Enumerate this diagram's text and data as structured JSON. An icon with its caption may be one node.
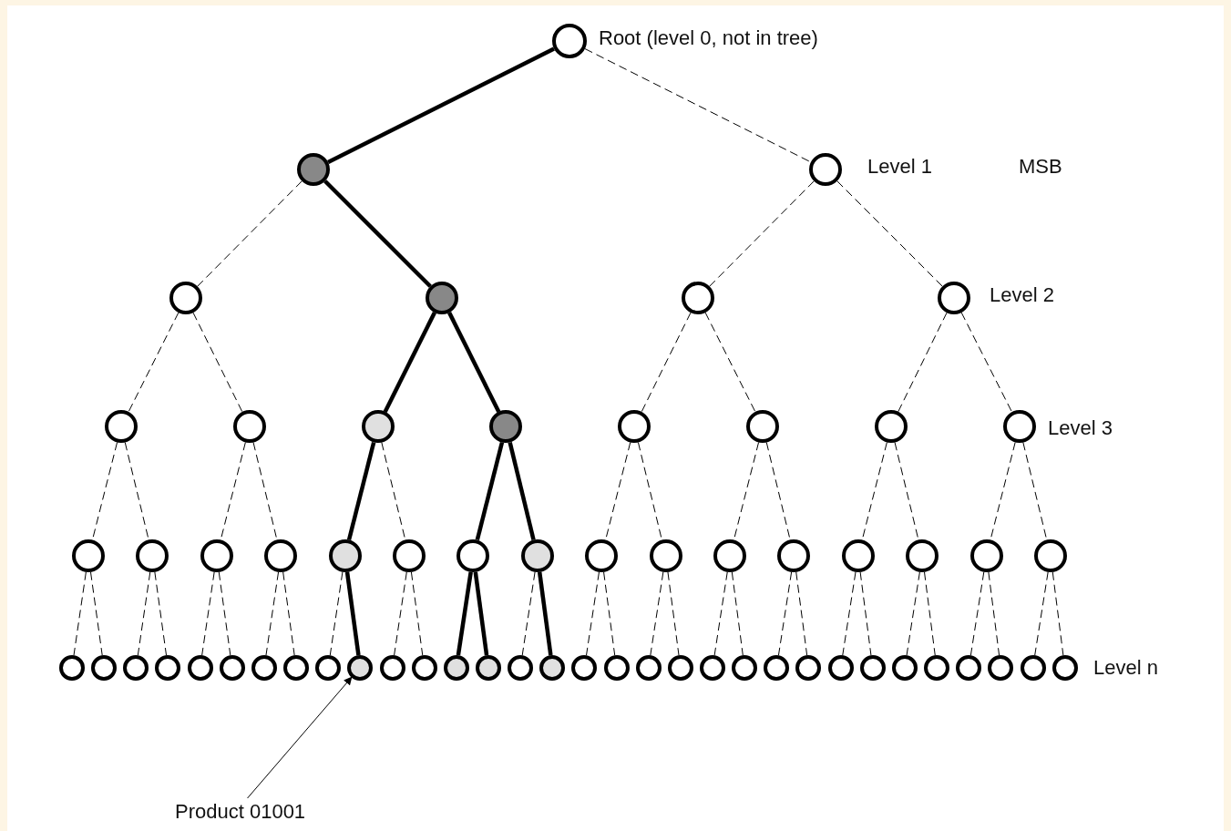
{
  "diagram": {
    "nodes": [
      {
        "text": [],
        "shape": "circle",
        "beside": [
          "Root (level 0, not in tree)"
        ]
      },
      {
        "text": [],
        "shape": "circle"
      },
      {
        "text": [],
        "shape": "circle"
      },
      {
        "text": [],
        "shape": "circle"
      },
      {
        "text": [],
        "shape": "circle"
      },
      {
        "text": [],
        "shape": "circle"
      },
      {
        "text": [],
        "shape": "circle"
      },
      {
        "text": [],
        "shape": "circle"
      },
      {
        "text": [],
        "shape": "circle"
      },
      {
        "text": [],
        "shape": "circle"
      },
      {
        "text": [],
        "shape": "circle"
      },
      {
        "text": [],
        "shape": "circle"
      },
      {
        "text": [],
        "shape": "circle"
      },
      {
        "text": [],
        "shape": "circle"
      },
      {
        "text": [],
        "shape": "circle"
      },
      {
        "text": [],
        "shape": "circle"
      },
      {
        "text": [],
        "shape": "circle"
      },
      {
        "text": [],
        "shape": "circle"
      },
      {
        "text": [],
        "shape": "circle"
      },
      {
        "text": [],
        "shape": "circle"
      },
      {
        "text": [],
        "shape": "circle"
      },
      {
        "text": [],
        "shape": "circle"
      },
      {
        "text": [],
        "shape": "circle"
      },
      {
        "text": [],
        "shape": "circle"
      },
      {
        "text": [],
        "shape": "circle"
      },
      {
        "text": [],
        "shape": "circle"
      },
      {
        "text": [],
        "shape": "circle"
      },
      {
        "text": [],
        "shape": "circle"
      },
      {
        "text": [],
        "shape": "circle"
      },
      {
        "text": [],
        "shape": "circle"
      },
      {
        "text": [],
        "shape": "circle"
      },
      {
        "text": [],
        "shape": "circle"
      },
      {
        "text": [],
        "shape": "circle"
      },
      {
        "text": [],
        "shape": "circle"
      },
      {
        "text": [],
        "shape": "circle"
      },
      {
        "text": [],
        "shape": "circle"
      },
      {
        "text": [],
        "shape": "circle"
      },
      {
        "text": [],
        "shape": "circle"
      },
      {
        "text": [],
        "shape": "circle"
      },
      {
        "text": [],
        "shape": "circle"
      },
      {
        "text": [],
        "shape": "circle"
      },
      {
        "text": [],
        "shape": "circle"
      },
      {
        "text": [],
        "shape": "circle"
      },
      {
        "text": [],
        "shape": "circle"
      },
      {
        "text": [],
        "shape": "circle"
      },
      {
        "text": [],
        "shape": "circle"
      },
      {
        "text": [],
        "shape": "circle"
      },
      {
        "text": [],
        "shape": "circle"
      },
      {
        "text": [],
        "shape": "circle"
      },
      {
        "text": [],
        "shape": "circle"
      },
      {
        "text": [],
        "shape": "circle"
      },
      {
        "text": [],
        "shape": "circle"
      },
      {
        "text": [],
        "shape": "circle"
      },
      {
        "text": [],
        "shape": "circle"
      },
      {
        "text": [],
        "shape": "circle"
      },
      {
        "text": [],
        "shape": "circle"
      },
      {
        "text": [],
        "shape": "circle"
      },
      {
        "text": [],
        "shape": "circle"
      },
      {
        "text": [],
        "shape": "circle"
      },
      {
        "text": [],
        "shape": "circle"
      },
      {
        "text": [],
        "shape": "circle"
      },
      {
        "text": [],
        "shape": "circle"
      },
      {
        "text": [],
        "shape": "circle"
      },
      {
        "text": [
          "Product 01001"
        ]
      }
    ],
    "edges": [
      {
        "from": 0,
        "to": 1,
        "arrow": "none",
        "style": "thick"
      },
      {
        "from": 0,
        "to": 2,
        "arrow": "none",
        "style": "dashed"
      },
      {
        "from": 1,
        "to": 3,
        "arrow": "none",
        "style": "dashed"
      },
      {
        "from": 1,
        "to": 4,
        "arrow": "none",
        "style": "thick"
      },
      {
        "from": 2,
        "to": 5,
        "arrow": "none",
        "style": "dashed"
      },
      {
        "from": 2,
        "to": 6,
        "arrow": "none",
        "style": "dashed"
      },
      {
        "from": 3,
        "to": 7,
        "arrow": "none",
        "style": "dashed"
      },
      {
        "from": 3,
        "to": 8,
        "arrow": "none",
        "style": "dashed"
      },
      {
        "from": 4,
        "to": 9,
        "arrow": "none",
        "style": "thick"
      },
      {
        "from": 4,
        "to": 10,
        "arrow": "none",
        "style": "thick"
      },
      {
        "from": 5,
        "to": 11,
        "arrow": "none",
        "style": "dashed"
      },
      {
        "from": 5,
        "to": 12,
        "arrow": "none",
        "style": "dashed"
      },
      {
        "from": 6,
        "to": 13,
        "arrow": "none",
        "style": "dashed"
      },
      {
        "from": 6,
        "to": 14,
        "arrow": "none",
        "style": "dashed"
      },
      {
        "from": 7,
        "to": 15,
        "arrow": "none",
        "style": "dashed"
      },
      {
        "from": 7,
        "to": 16,
        "arrow": "none",
        "style": "dashed"
      },
      {
        "from": 8,
        "to": 17,
        "arrow": "none",
        "style": "dashed"
      },
      {
        "from": 8,
        "to": 18,
        "arrow": "none",
        "style": "dashed"
      },
      {
        "from": 9,
        "to": 19,
        "arrow": "none",
        "style": "thick"
      },
      {
        "from": 9,
        "to": 20,
        "arrow": "none",
        "style": "dashed"
      },
      {
        "from": 10,
        "to": 21,
        "arrow": "none",
        "style": "thick"
      },
      {
        "from": 10,
        "to": 22,
        "arrow": "none",
        "style": "thick"
      },
      {
        "from": 11,
        "to": 23,
        "arrow": "none",
        "style": "dashed"
      },
      {
        "from": 11,
        "to": 24,
        "arrow": "none",
        "style": "dashed"
      },
      {
        "from": 12,
        "to": 25,
        "arrow": "none",
        "style": "dashed"
      },
      {
        "from": 12,
        "to": 26,
        "arrow": "none",
        "style": "dashed"
      },
      {
        "from": 13,
        "to": 27,
        "arrow": "none",
        "style": "dashed"
      },
      {
        "from": 13,
        "to": 28,
        "arrow": "none",
        "style": "dashed"
      },
      {
        "from": 14,
        "to": 29,
        "arrow": "none",
        "style": "dashed"
      },
      {
        "from": 14,
        "to": 30,
        "arrow": "none",
        "style": "dashed"
      },
      {
        "from": 15,
        "to": 31,
        "arrow": "none",
        "style": "dashed"
      },
      {
        "from": 15,
        "to": 32,
        "arrow": "none",
        "style": "dashed"
      },
      {
        "from": 16,
        "to": 33,
        "arrow": "none",
        "style": "dashed"
      },
      {
        "from": 16,
        "to": 34,
        "arrow": "none",
        "style": "dashed"
      },
      {
        "from": 17,
        "to": 35,
        "arrow": "none",
        "style": "dashed"
      },
      {
        "from": 17,
        "to": 36,
        "arrow": "none",
        "style": "dashed"
      },
      {
        "from": 18,
        "to": 37,
        "arrow": "none",
        "style": "dashed"
      },
      {
        "from": 18,
        "to": 38,
        "arrow": "none",
        "style": "dashed"
      },
      {
        "from": 19,
        "to": 39,
        "arrow": "none",
        "style": "dashed"
      },
      {
        "from": 19,
        "to": 40,
        "arrow": "none",
        "style": "thick"
      },
      {
        "from": 20,
        "to": 41,
        "arrow": "none",
        "style": "dashed"
      },
      {
        "from": 20,
        "to": 42,
        "arrow": "none",
        "style": "dashed"
      },
      {
        "from": 21,
        "to": 43,
        "arrow": "none",
        "style": "thick"
      },
      {
        "from": 21,
        "to": 44,
        "arrow": "none",
        "style": "thick"
      },
      {
        "from": 22,
        "to": 45,
        "arrow": "none",
        "style": "dashed"
      },
      {
        "from": 22,
        "to": 46,
        "arrow": "none",
        "style": "thick"
      },
      {
        "from": 23,
        "to": 47,
        "arrow": "none",
        "style": "dashed"
      },
      {
        "from": 23,
        "to": 48,
        "arrow": "none",
        "style": "dashed"
      },
      {
        "from": 24,
        "to": 49,
        "arrow": "none",
        "style": "dashed"
      },
      {
        "from": 24,
        "to": 50,
        "arrow": "none",
        "style": "dashed"
      },
      {
        "from": 25,
        "to": 51,
        "arrow": "none",
        "style": "dashed"
      },
      {
        "from": 25,
        "to": 52,
        "arrow": "none",
        "style": "dashed"
      },
      {
        "from": 26,
        "to": 53,
        "arrow": "none",
        "style": "dashed"
      },
      {
        "from": 26,
        "to": 54,
        "arrow": "none",
        "style": "dashed"
      },
      {
        "from": 27,
        "to": 55,
        "arrow": "none",
        "style": "dashed"
      },
      {
        "from": 27,
        "to": 56,
        "arrow": "none",
        "style": "dashed"
      },
      {
        "from": 28,
        "to": 57,
        "arrow": "none",
        "style": "dashed"
      },
      {
        "from": 28,
        "to": 58,
        "arrow": "none",
        "style": "dashed"
      },
      {
        "from": 29,
        "to": 59,
        "arrow": "none",
        "style": "dashed"
      },
      {
        "from": 29,
        "to": 60,
        "arrow": "none",
        "style": "dashed"
      },
      {
        "from": 30,
        "to": 61,
        "arrow": "none",
        "style": "dashed"
      },
      {
        "from": 30,
        "to": 62,
        "arrow": "none",
        "style": "dashed"
      },
      {
        "from": 63,
        "to": 40,
        "arrow": "to"
      }
    ],
    "labels": [
      "Level 1",
      "MSB",
      "Level 2",
      "Level 3",
      "Level n"
    ]
  }
}
